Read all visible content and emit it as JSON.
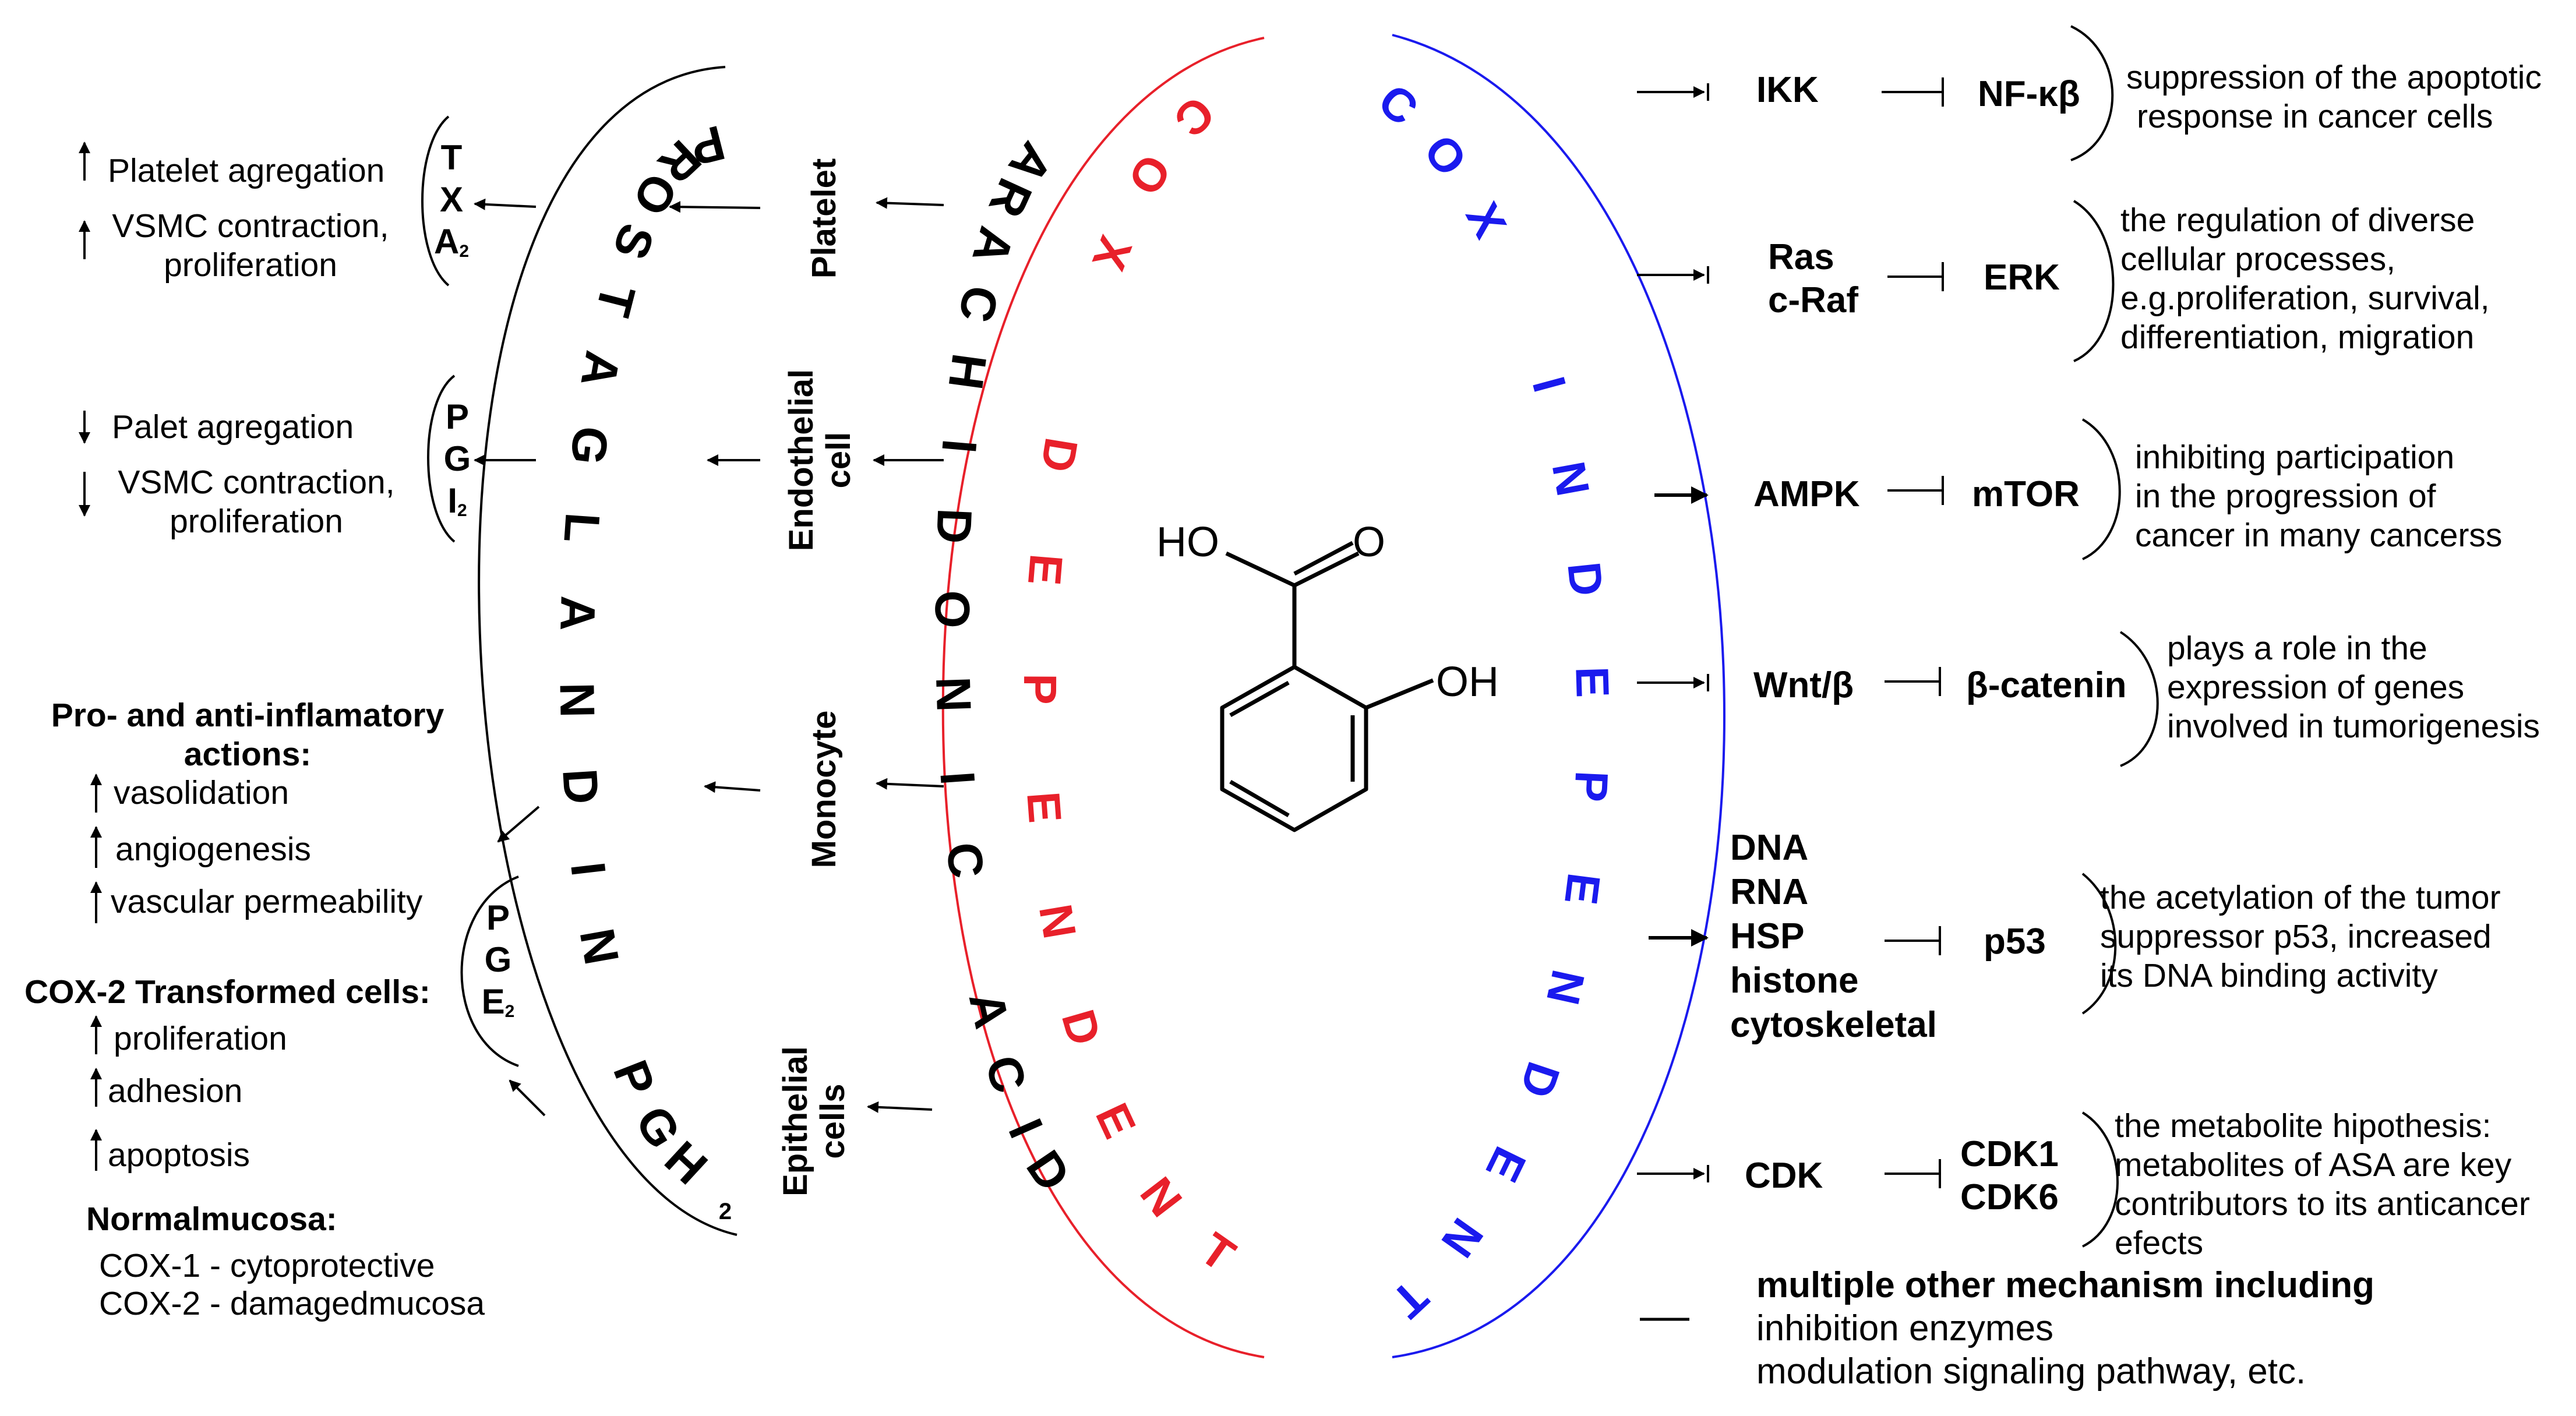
{
  "colors": {
    "red": "#e8202a",
    "blue": "#1a1aee",
    "black": "#000000"
  },
  "arcs": {
    "prostaglandin": "PROSTAGLANDIN PGH",
    "prostaglandin_sub": "2",
    "arachidonic": "ARACHIDONIC ACID",
    "cox_dependent": "COX DEPENDENT",
    "cox_independent": "COX INDEPENDENT"
  },
  "molecule": {
    "carboxyl": "HO",
    "oxygen": "O",
    "hydroxyl": "OH"
  },
  "cells": {
    "platelet": "Platelet",
    "endothelial": [
      "Endothelial",
      "cell"
    ],
    "monocyte": "Monocyte",
    "epithelial": [
      "Epithelial",
      "cells"
    ]
  },
  "prostanoids": {
    "txa2": [
      "T",
      "X",
      "A"
    ],
    "txa2_sub": "2",
    "pgi2": [
      "P",
      "G",
      "I"
    ],
    "pgi2_sub": "2",
    "pge2": [
      "P",
      "G",
      "E"
    ],
    "pge2_sub": "2"
  },
  "effects": {
    "platelet_aggregation": "Platelet  agregation",
    "vsmc_1": [
      "VSMC contraction,",
      "proliferation"
    ],
    "palet_aggregation": "Palet agregation",
    "vsmc_2": [
      "VSMC contraction,",
      "proliferation"
    ],
    "inflam_title": [
      "Pro- and anti-inflamatory",
      "actions:"
    ],
    "inflam_items": [
      "vasolidation",
      "angiogenesis",
      "vascular permeability"
    ],
    "cox2_title": "COX-2 Transformed cells:",
    "cox2_items": [
      "proliferation",
      "adhesion",
      "apoptosis"
    ],
    "mucosa_title": "Normalmucosa:",
    "mucosa_items": [
      "COX-1 - cytoprotective",
      "COX-2 - damagedmucosa"
    ]
  },
  "pathways": [
    {
      "source": [
        "IKK"
      ],
      "target": [
        "NF-κβ"
      ],
      "description": [
        "suppression of the apoptotic",
        "response in cancer cells"
      ]
    },
    {
      "source": [
        "Ras",
        "c-Raf"
      ],
      "target": [
        "ERK"
      ],
      "description": [
        "the regulation of diverse",
        "cellular processes,",
        "e.g.proliferation, survival,",
        "differentiation, migration"
      ]
    },
    {
      "source": [
        "AMPK"
      ],
      "target": [
        "mTOR"
      ],
      "description": [
        "inhibiting participation",
        "in the progression of",
        "cancer in many cancerss"
      ]
    },
    {
      "source": [
        "Wnt/β"
      ],
      "target": [
        "β-catenin"
      ],
      "description": [
        "plays a role in the",
        "expression of genes",
        "involved in tumorigenesis"
      ]
    },
    {
      "source": [
        "DNA",
        "RNA",
        "HSP",
        "histone",
        "cytoskeletal"
      ],
      "target": [
        "p53"
      ],
      "description": [
        "the acetylation of the tumor",
        "suppressor p53, increased",
        "its DNA binding activity"
      ]
    },
    {
      "source": [
        "CDK"
      ],
      "target": [
        "CDK1",
        "CDK6"
      ],
      "description": [
        "the metabolite hipothesis:",
        "metabolites of ASA are key",
        "contributors to its anticancer",
        "efects"
      ]
    }
  ],
  "other_mechanisms": [
    "multiple other mechanism including",
    "inhibition enzymes",
    "modulation signaling pathway, etc."
  ]
}
